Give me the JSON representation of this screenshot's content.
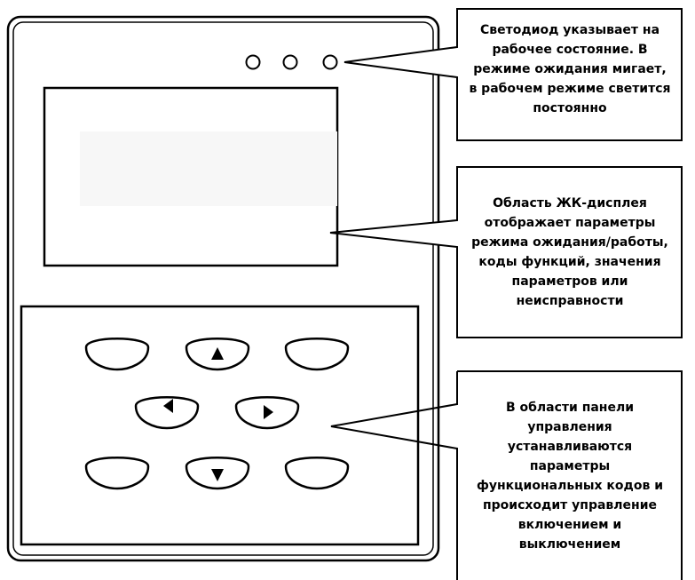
{
  "colors": {
    "stroke": "#000000",
    "background": "#ffffff",
    "display_band": "#f7f7f7"
  },
  "device": {
    "indicator_leds": 3,
    "buttons": [
      {
        "name": "top-left-button",
        "icon": "blank"
      },
      {
        "name": "up-button",
        "icon": "arrow-up-icon"
      },
      {
        "name": "top-right-button",
        "icon": "blank"
      },
      {
        "name": "left-button",
        "icon": "arrow-left-icon"
      },
      {
        "name": "right-button",
        "icon": "arrow-right-icon"
      },
      {
        "name": "bottom-left-button",
        "icon": "blank"
      },
      {
        "name": "down-button",
        "icon": "arrow-down-icon"
      },
      {
        "name": "bottom-right-button",
        "icon": "blank"
      }
    ]
  },
  "callouts": {
    "led": "Светодиод указывает на\nрабочее состояние. В\nрежиме ожидания мигает,\nв рабочем режиме светится\nпостоянно",
    "lcd": "Область ЖК-дисплея\nотображает параметры\nрежима ожидания/работы,\nкоды функций, значения\nпараметров или\nнеисправности",
    "keypad": "В области панели\nуправления\nустанавливаются\nпараметры\nфункциональных кодов и\nпроисходит управление\nвключением и\nвыключением"
  }
}
